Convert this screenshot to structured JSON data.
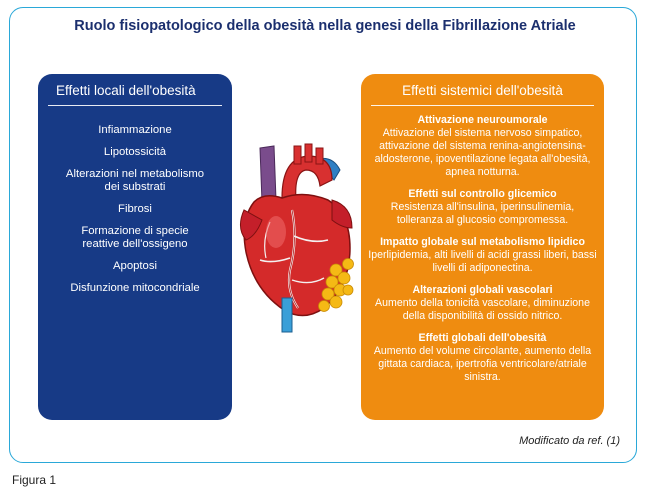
{
  "title": "Ruolo fisiopatologico della obesità nella genesi della Fibrillazione Atriale",
  "left_panel": {
    "heading": "Effetti locali dell'obesità",
    "items": [
      "Infiammazione",
      "Lipotossicità",
      "Alterazioni nel metabolismo dei substrati",
      "Fibrosi",
      "Formazione di specie reattive dell'ossigeno",
      "Apoptosi",
      "Disfunzione mitocondriale"
    ]
  },
  "right_panel": {
    "heading": "Effetti sistemici dell'obesità",
    "items": [
      {
        "title": "Attivazione neuroumorale",
        "body": "Attivazione del sistema nervoso simpatico, attivazione del sistema renina-angiotensina-aldosterone, ipoventilazione legata all'obesità, apnea notturna."
      },
      {
        "title": "Effetti sul controllo glicemico",
        "body": "Resistenza all'insulina, iperinsulinemia, tolleranza al glucosio compromessa."
      },
      {
        "title": "Impatto globale sul metabolismo lipidico",
        "body": "Iperlipidemia, alti livelli di acidi grassi liberi, bassi livelli di adiponectina."
      },
      {
        "title": "Alterazioni globali vascolari",
        "body": "Aumento della tonicità vascolare, diminuzione della disponibilità di ossido nitrico."
      },
      {
        "title": "Effetti globali dell'obesità",
        "body": "Aumento del volume circolante, aumento della gittata cardiaca, ipertrofia ventricolare/atriale sinistra."
      }
    ]
  },
  "note": "Modificato da ref. (1)",
  "caption": "Figura 1",
  "colors": {
    "frame_border": "#2aa8d8",
    "title": "#1b2f6e",
    "left_panel": "#173a86",
    "right_panel": "#ef8c10",
    "heart_red": "#d42a2a",
    "fat": "#f5b915",
    "vessel_blue": "#3a9fd8",
    "vessel_purple": "#7a4c8c"
  }
}
